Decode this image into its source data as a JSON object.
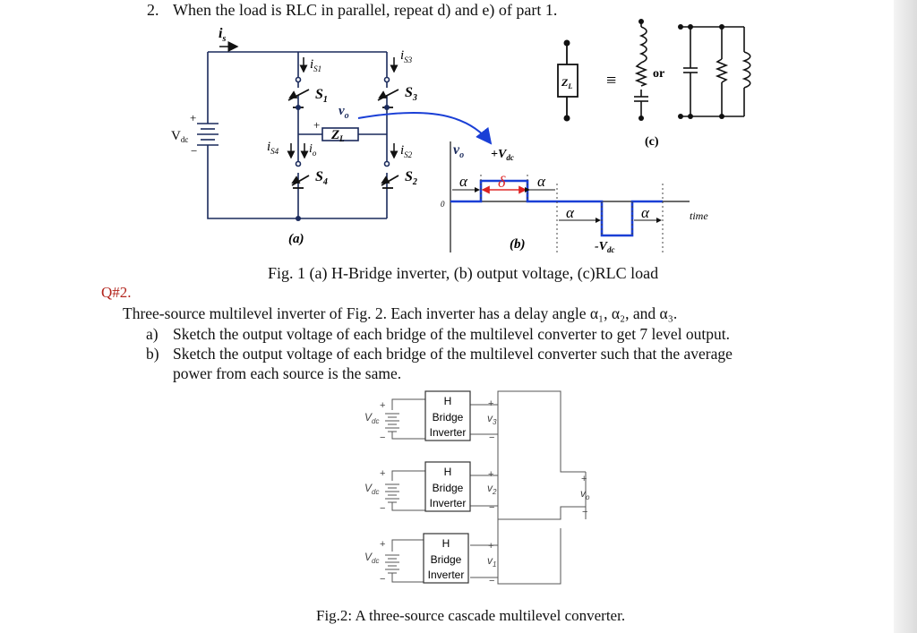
{
  "q1": {
    "number": "2.",
    "text": "When the load is RLC in parallel, repeat d) and e) of part 1."
  },
  "fig1": {
    "caption": "Fig. 1 (a) H-Bridge inverter, (b) output voltage, (c)RLC load",
    "a": {
      "label": "(a)",
      "vdc": "V",
      "vdc_sub": "dc",
      "plus": "+",
      "minus": "−",
      "is": "i",
      "is_sub": "s",
      "is1": "i",
      "is1_sub": "S1",
      "is3": "i",
      "is3_sub": "S3",
      "is2": "i",
      "is2_sub": "S2",
      "is4": "i",
      "is4_sub": "S4",
      "io": "i",
      "io_sub": "o",
      "s1": "S",
      "s1_sub": "1",
      "s2": "S",
      "s2_sub": "2",
      "s3": "S",
      "s3_sub": "3",
      "s4": "S",
      "s4_sub": "4",
      "vo": "v",
      "vo_sub": "o",
      "zl": "Z",
      "zl_sub": "L",
      "zl_plus": "+"
    },
    "b": {
      "label": "(b)",
      "vo": "v",
      "vo_sub": "o",
      "pvdc": "+V",
      "pvdc_sub": "dc",
      "nvdc": "-V",
      "nvdc_sub": "dc",
      "alpha": "α",
      "delta": "δ",
      "time": "time",
      "zero": "0"
    },
    "c": {
      "label": "(c)",
      "zl": "Z",
      "zl_sub": "L",
      "equiv": "≡",
      "or": "or"
    }
  },
  "q2": {
    "label": "Q#2.",
    "intro": "Three-source  multilevel inverter of Fig. 2. Each inverter has a delay angle α₁, α₂, and α₃.",
    "items": [
      {
        "marker": "a)",
        "text": "Sketch the output voltage of each bridge of the multilevel converter to get 7 level output."
      },
      {
        "marker": "b)",
        "text": "Sketch the output voltage of each bridge of the multilevel converter such that the average"
      },
      {
        "marker": "",
        "text": "power from each source is the same."
      }
    ]
  },
  "fig2": {
    "caption": "Fig.2: A three-source cascade multilevel converter.",
    "box_lines": [
      "H",
      "Bridge",
      "Inverter"
    ],
    "source": "V",
    "source_sub": "dc",
    "plus": "+",
    "minus": "−",
    "v3": "v",
    "v3_sub": "3",
    "v2": "v",
    "v2_sub": "2",
    "v1": "v",
    "v1_sub": "1",
    "vo": "v",
    "vo_sub": "o"
  }
}
